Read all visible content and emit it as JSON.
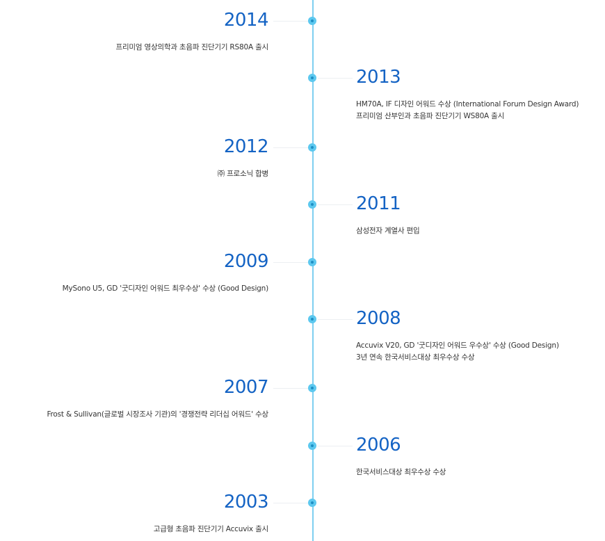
{
  "colors": {
    "year_text": "#1463c4",
    "axis_line": "#7ecff0",
    "dot": "#5cc8ef",
    "event_text": "#333333"
  },
  "timeline": [
    {
      "year": "2014",
      "side": "left",
      "events": [
        "프리미엄 영상의학과 초음파 진단기기 RS80A 출시"
      ]
    },
    {
      "year": "2013",
      "side": "right",
      "events": [
        "HM70A, IF 디자인 어워드 수상 (International Forum Design Award)",
        "프리미엄 산부인과 초음파 진단기기 WS80A 출시"
      ]
    },
    {
      "year": "2012",
      "side": "left",
      "events": [
        "㈜ 프로소닉 합병"
      ]
    },
    {
      "year": "2011",
      "side": "right",
      "events": [
        "삼성전자 계열사 편입"
      ]
    },
    {
      "year": "2009",
      "side": "left",
      "events": [
        "MySono U5, GD '굿디자인 어워드 최우수상' 수상 (Good Design)"
      ]
    },
    {
      "year": "2008",
      "side": "right",
      "events": [
        "Accuvix V20, GD '굿디자인 어워드 우수상' 수상 (Good Design)",
        "3년 연속 한국서비스대상 최우수상 수상"
      ]
    },
    {
      "year": "2007",
      "side": "left",
      "events": [
        "Frost & Sullivan(글로벌 시장조사 기관)의 '경쟁전략 리더십 어워드' 수상"
      ]
    },
    {
      "year": "2006",
      "side": "right",
      "events": [
        "한국서비스대상 최우수상 수상"
      ]
    },
    {
      "year": "2003",
      "side": "left",
      "events": [
        "고급형 초음파 진단기기 Accuvix 출시"
      ]
    }
  ]
}
